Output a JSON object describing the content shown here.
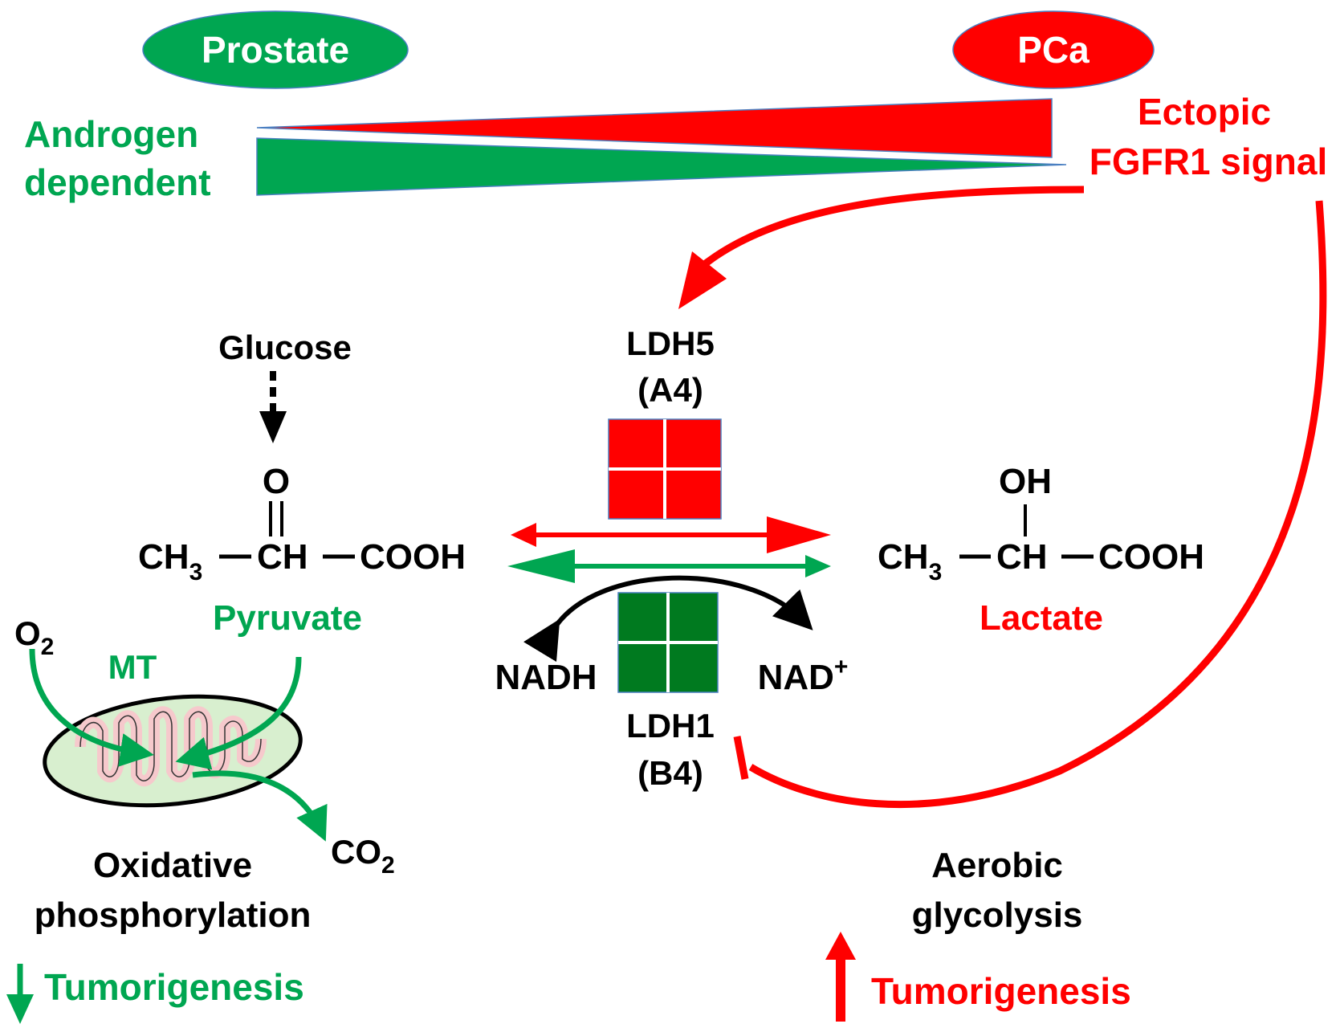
{
  "colors": {
    "green": "#00a651",
    "red": "#ff0000",
    "dark_green": "#007a1f",
    "black": "#000000",
    "mito_fill": "#d8efcf",
    "mito_crista": "#f6c9cc"
  },
  "header": {
    "prostate_label": "Prostate",
    "pca_label": "PCa"
  },
  "left_labels": {
    "androgen_line1": "Androgen",
    "androgen_line2": "dependent"
  },
  "right_labels": {
    "ectopic_line1": "Ectopic",
    "ectopic_line2": "FGFR1 signal"
  },
  "pyruvate": {
    "glucose_label": "Glucose",
    "oxygen_atom": "O",
    "ch3": "CH",
    "ch3_sub": "3",
    "ch": "CH",
    "cooh": "COOH",
    "name": "Pyruvate"
  },
  "lactate": {
    "oh": "OH",
    "ch3": "CH",
    "ch3_sub": "3",
    "ch": "CH",
    "cooh": "COOH",
    "name": "Lactate"
  },
  "enzymes": {
    "ldh5_line1": "LDH5",
    "ldh5_line2": "(A4)",
    "ldh1_line1": "LDH1",
    "ldh1_line2": "(B4)",
    "nadh": "NADH",
    "nad": "NAD",
    "nad_sup": "+"
  },
  "mitochondrion": {
    "o2": "O",
    "o2_sub": "2",
    "mt_label": "MT",
    "co2": "CO",
    "co2_sub": "2",
    "process_line1": "Oxidative",
    "process_line2": "phosphorylation",
    "tumorigenesis": "Tumorigenesis",
    "arrow_icon": "down-arrow-icon"
  },
  "glycolysis": {
    "process_line1": "Aerobic",
    "process_line2": "glycolysis",
    "tumorigenesis": "Tumorigenesis",
    "arrow_icon": "up-arrow-icon"
  }
}
